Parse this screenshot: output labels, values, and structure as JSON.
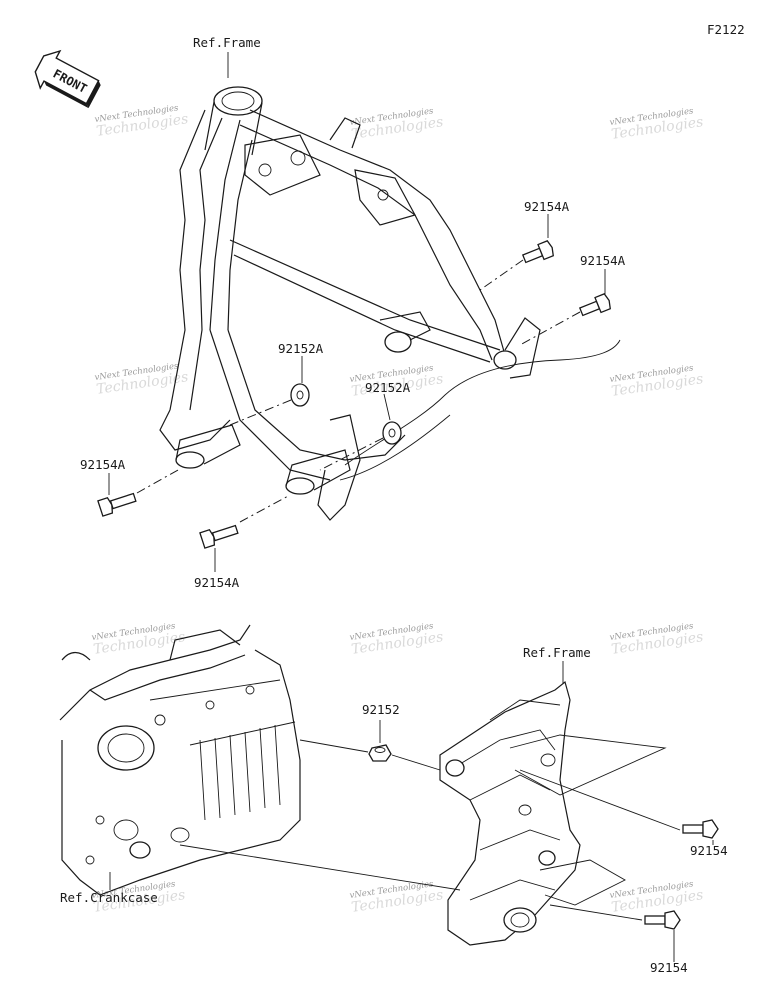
{
  "figure_code": "F2122",
  "front_badge": "FRONT",
  "watermark_text": "vNext Technologies",
  "callouts": {
    "ref_frame_top": "Ref.Frame",
    "ref_frame_bottom": "Ref.Frame",
    "ref_crankcase": "Ref.Crankcase",
    "bolt_upper_right_1": "92154A",
    "bolt_upper_right_2": "92154A",
    "bolt_left": "92154A",
    "bolt_lower_left": "92154A",
    "collar_upper": "92152A",
    "collar_lower": "92152A",
    "collar_bottom": "92152",
    "bolt_bottom_upper": "92154",
    "bolt_bottom_lower": "92154"
  }
}
